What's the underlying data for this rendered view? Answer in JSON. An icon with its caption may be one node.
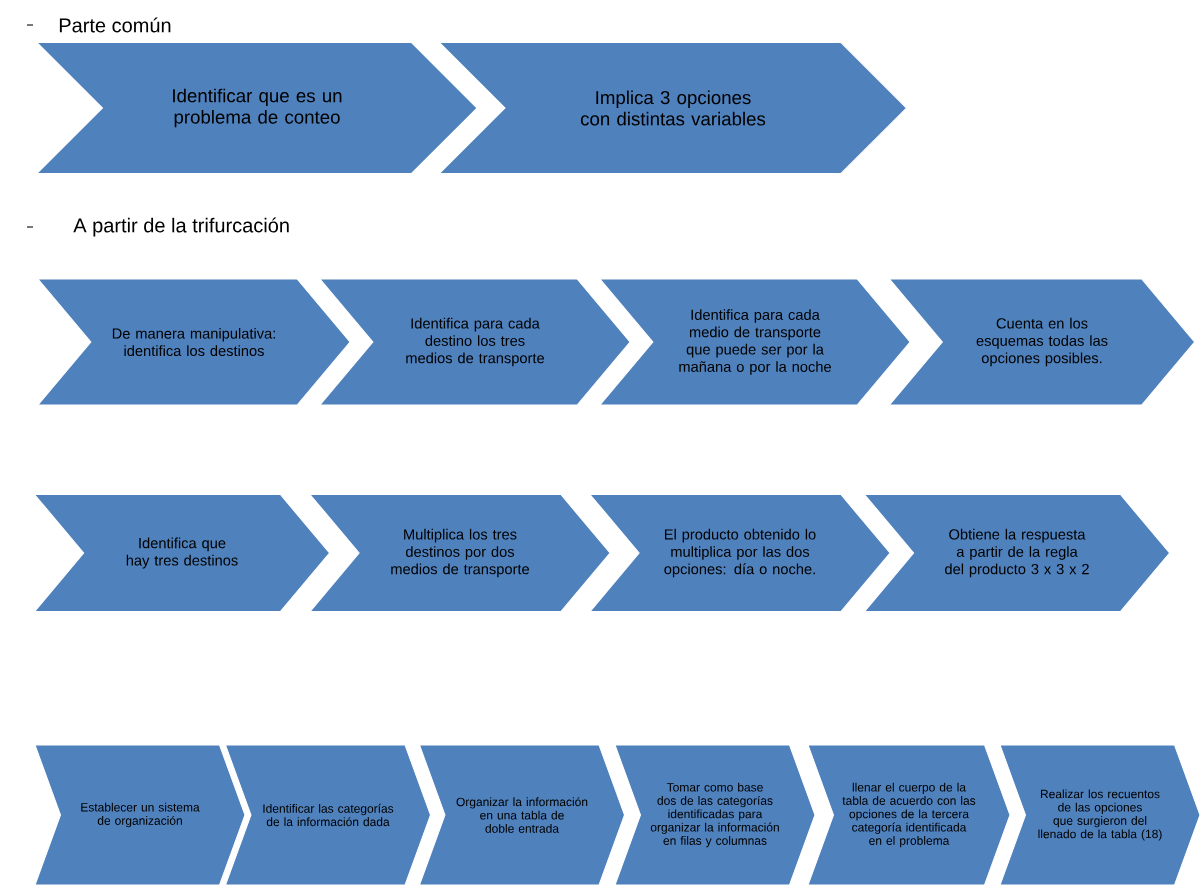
{
  "diagram": {
    "nodes": [
      {
        "text": [
          "Identificar que es un problema de conteo"
        ]
      },
      {
        "text": [
          "Implica 3 opciones con distintas variables"
        ]
      },
      {
        "text": [
          "De manera manipulativa: identifica los destinos"
        ]
      },
      {
        "text": [
          "Identifica para cada destino los tres medios de transporte"
        ]
      },
      {
        "text": [
          "Identifica para cada medio de transporte que puede ser por la mañana o por la noche"
        ]
      },
      {
        "text": [
          "Cuenta en los esquemas todas las opciones posibles."
        ]
      },
      {
        "text": [
          "Identifica que hay tres destinos"
        ]
      },
      {
        "text": [
          "Multiplica los tres destinos por dos medios de transporte"
        ]
      },
      {
        "text": [
          "El producto obtenido lo multiplica por las  dos opciones: día o noche."
        ]
      },
      {
        "text": [
          "Obtiene la respuesta a partir de la regla del producto 3 x 3 x 2"
        ]
      },
      {
        "text": [
          "Establecer un sistema de organización"
        ]
      },
      {
        "text": [
          "Identificar las categorías de la información dada"
        ]
      },
      {
        "text": [
          "Organizar la información  en una tabla de doble entrada"
        ]
      },
      {
        "text": [
          "Tomar como base dos de las categorías identificadas para organizar la información en filas y columnas"
        ]
      },
      {
        "text": [
          "llenar el cuerpo de la tabla de acuerdo con las opciones de la tercera categoría identificada en el problema"
        ]
      },
      {
        "text": [
          "Realizar los recuentos de las opciones que surgieron del llenado de la tabla  (18)"
        ]
      }
    ],
    "labels": [
      "Parte común",
      "A partir de la trifurcación"
    ]
  }
}
